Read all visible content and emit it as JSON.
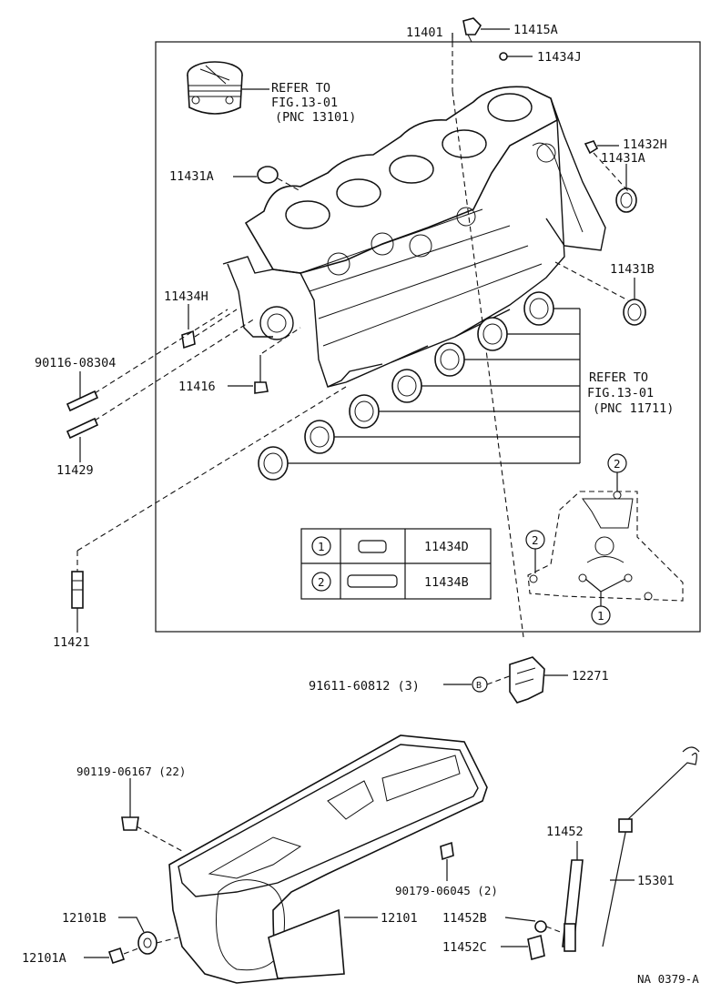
{
  "callouts": {
    "c11401": "11401",
    "c11415A": "11415A",
    "c11434J": "11434J",
    "refer1_l1": "REFER TO",
    "refer1_l2": "FIG.13-01",
    "refer1_l3": "(PNC 13101)",
    "c11432H": "11432H",
    "c11431A_r": "11431A",
    "c11431A_l": "11431A",
    "c11431B": "11431B",
    "c11434H": "11434H",
    "c90116": "90116-08304",
    "c11416": "11416",
    "refer2_l1": "REFER TO",
    "refer2_l2": "FIG.13-01",
    "refer2_l3": "(PNC 11711)",
    "c11429": "11429",
    "c11421": "11421",
    "c91611": "91611-60812 (3)",
    "c12271": "12271",
    "c90119": "90119-06167 (22)",
    "c11452": "11452",
    "c15301": "15301",
    "c90179": "90179-06045 (2)",
    "c12101B": "12101B",
    "c12101": "12101",
    "c11452B": "11452B",
    "c12101A": "12101A",
    "c11452C": "11452C",
    "figure_id": "NA 0379-A"
  },
  "legend_table": {
    "rows": [
      {
        "marker": "1",
        "part": "11434D"
      },
      {
        "marker": "2",
        "part": "11434B"
      }
    ]
  },
  "markers": {
    "m1": "1",
    "m2a": "2",
    "m2b": "2",
    "bolt_b": "B"
  }
}
